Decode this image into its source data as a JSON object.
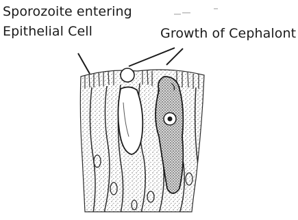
{
  "labels": {
    "sporozoite_line1": "Sporozoite entering",
    "sporozoite_line2": "Epithelial Cell",
    "growth": "Growth of Cephalont"
  },
  "colors": {
    "ink": "#1a1a1a",
    "stipple": "#555555",
    "background": "#ffffff"
  }
}
